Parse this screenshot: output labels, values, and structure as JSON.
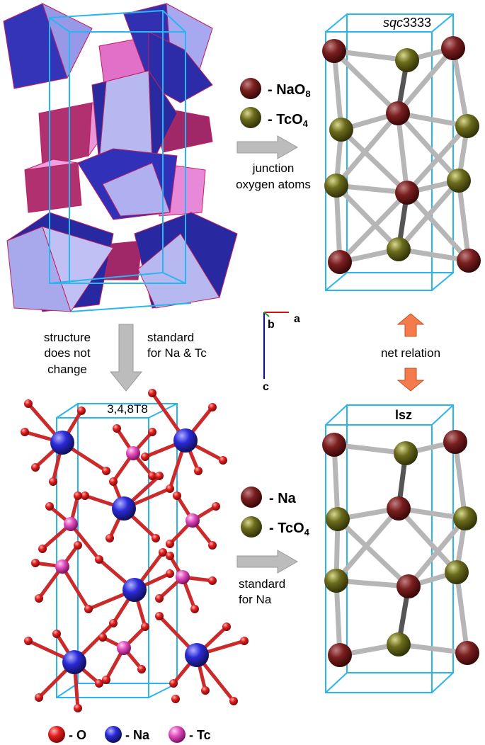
{
  "panels": {
    "top_right_title": {
      "prefix": "sqc",
      "suffix": "3333"
    },
    "bottom_left_title": "3,4,8T8",
    "bottom_right_title": "lsz"
  },
  "legend_top": {
    "item1": {
      "prefix": "- NaO",
      "sub": "8"
    },
    "item2": {
      "prefix": "- TcO",
      "sub": "4"
    }
  },
  "legend_mid": {
    "item1": "- Na",
    "item2": {
      "prefix": "- TcO",
      "sub": "4"
    }
  },
  "legend_bottom": {
    "o": "- O",
    "na": "- Na",
    "tc": "- Tc"
  },
  "arrow_labels": {
    "top_line1": "junction",
    "top_line2": "oxygen atoms",
    "bottom_line1": "standard",
    "bottom_line2": "for Na",
    "left_line1": "structure",
    "left_line2": "does not",
    "left_line3": "change",
    "left_right_line1": "standard",
    "left_right_line2": "for Na & Tc",
    "net_relation": "net relation"
  },
  "axes": {
    "a": "a",
    "b": "b",
    "c": "c"
  },
  "colors": {
    "cell_line": "#29b6f0",
    "na_atom": "#7a1f1f",
    "tc_atom": "#6b6b1c",
    "bond": "#b9b9b9",
    "polyhedron_blue": "#3b3bc8",
    "polyhedron_pink": "#e060b8",
    "oxygen": "#e02020",
    "sodium": "#2a2ad8",
    "technetium": "#e050c0",
    "orange_arrow": "#f07848",
    "grey_arrow": "#b8b8b8"
  }
}
